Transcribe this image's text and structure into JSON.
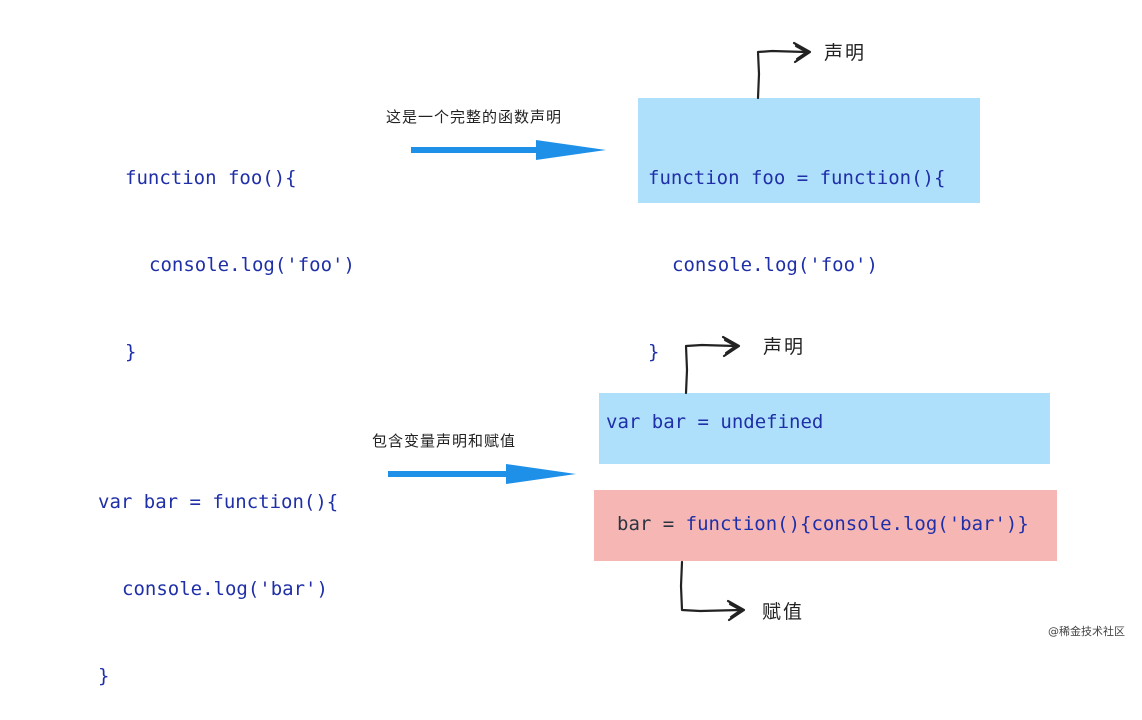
{
  "top": {
    "source_code": [
      "function foo(){",
      "console.log('foo')",
      "}"
    ],
    "annotation": "这是一个完整的函数声明",
    "result_code": [
      "function foo = function(){",
      "console.log('foo')",
      "}"
    ],
    "result_label": "声明"
  },
  "bottom": {
    "source_code": [
      "var bar = function(){",
      "console.log('bar')",
      "}"
    ],
    "annotation": "包含变量声明和赋值",
    "declaration_code": "var bar = undefined",
    "declaration_label": "声明",
    "assignment_prefix": "bar = ",
    "assignment_rest": "function(){console.log('bar')}",
    "assignment_label": "赋值"
  },
  "watermark": "@稀金技术社区",
  "colors": {
    "code_text": "#1f2fa8",
    "arrow_blue": "#1e90e8",
    "box_blue": "#aee0fb",
    "box_pink": "#f6b7b4",
    "sketch_arrow": "#222222"
  }
}
